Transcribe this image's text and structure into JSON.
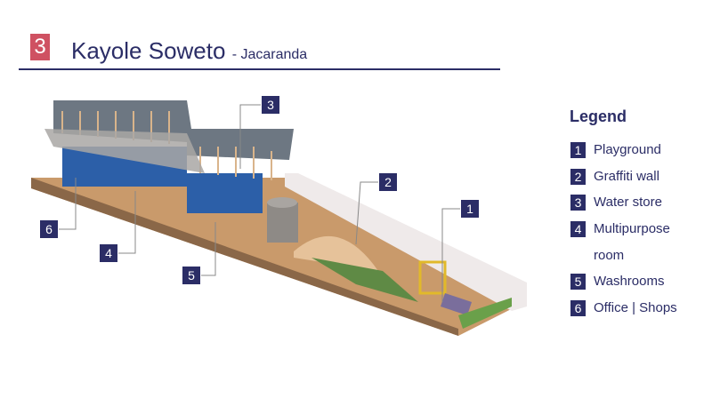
{
  "header": {
    "number": "3",
    "title": "Kayole Soweto",
    "subtitle": "- Jacaranda"
  },
  "legend": {
    "title": "Legend",
    "items": [
      {
        "n": "1",
        "label": "Playground"
      },
      {
        "n": "2",
        "label": "Graffiti wall"
      },
      {
        "n": "3",
        "label": "Water store"
      },
      {
        "n": "4",
        "label": "Multipurpose room"
      },
      {
        "n": "5",
        "label": "Washrooms"
      },
      {
        "n": "6",
        "label": "Office | Shops"
      }
    ]
  },
  "callouts": [
    "1",
    "2",
    "3",
    "4",
    "5",
    "6"
  ],
  "colors": {
    "accent": "#cf5162",
    "navy": "#2b2d66"
  }
}
